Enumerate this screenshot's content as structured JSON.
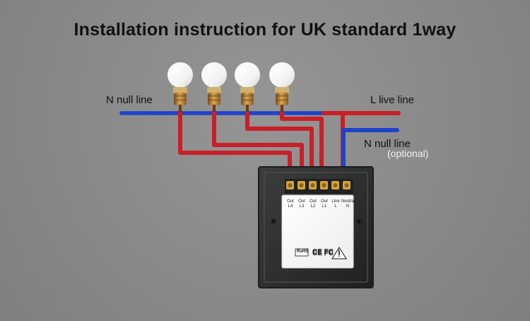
{
  "diagram": {
    "title": "Installation instruction for UK standard 1way",
    "labels": {
      "left_null": "N null line",
      "live": "L live line",
      "right_null": "N null line",
      "optional": "(optional)"
    },
    "terminals": {
      "out4": "Out\nL4",
      "out3": "Out\nL3",
      "out2": "Out\nL2",
      "out1": "Out\nL1",
      "line": "Line\nL",
      "neutral": "Neutral\nN"
    },
    "badges": {
      "rohs": "RoHS",
      "ce_fc": "CE FC",
      "warning": "!"
    },
    "colors": {
      "background": "#8a8a8a",
      "red_wire": "#c91f27",
      "blue_wire": "#1f43c8",
      "copper": "#d59b2d",
      "plate": "#2f3030",
      "label": "#ffffff"
    }
  }
}
